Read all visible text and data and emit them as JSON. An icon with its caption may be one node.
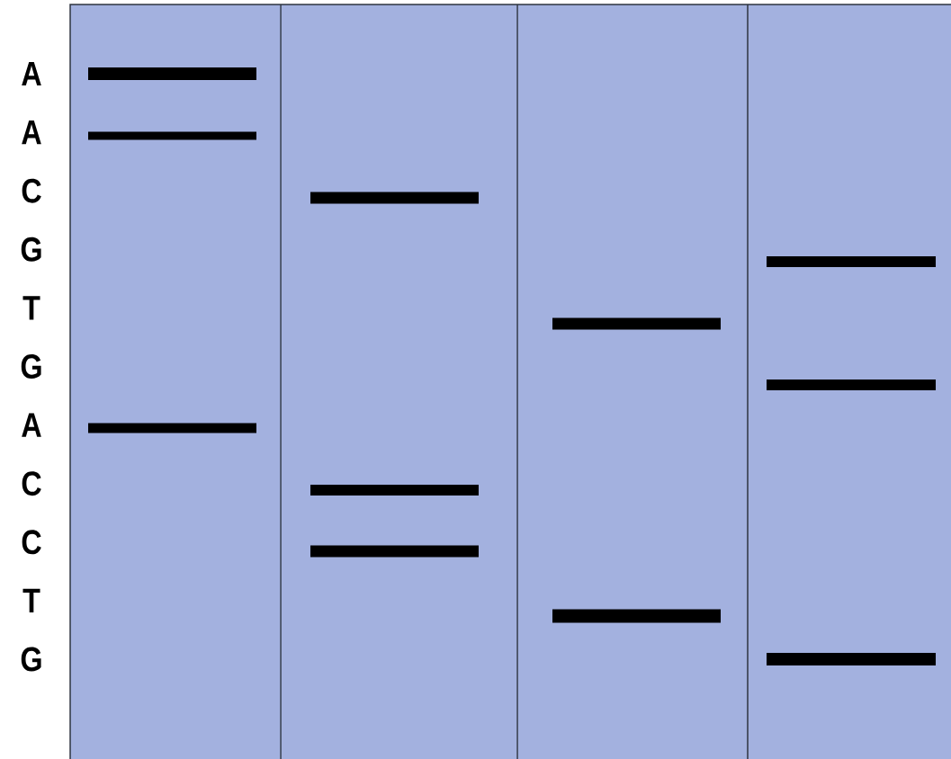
{
  "diagram": {
    "labels": [
      "A",
      "A",
      "C",
      "G",
      "T",
      "G",
      "A",
      "C",
      "C",
      "T",
      "G"
    ]
  }
}
